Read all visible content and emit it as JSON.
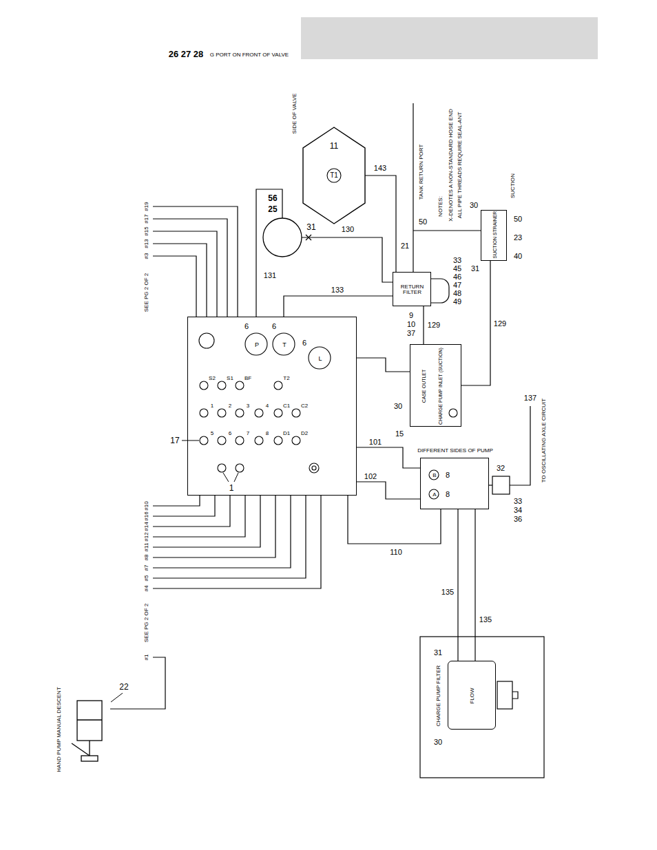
{
  "diagram": {
    "nodes": [
      {
        "text": [
          "S2",
          "S1",
          "BF",
          "T2",
          "1",
          "2",
          "3",
          "4",
          "C1",
          "C2",
          "5",
          "6",
          "7",
          "8",
          "D1",
          "D2",
          "P",
          "T",
          "L"
        ]
      },
      {
        "text": [
          "SIDE OF VALVE",
          "T1"
        ]
      },
      {
        "text": [
          "RETURN FILTER"
        ]
      },
      {
        "text": [
          "SUCTION STRAINER"
        ]
      },
      {
        "text": [
          "CASE OUTLET",
          "CHARGE PUMP INLET (SUCTION)"
        ]
      },
      {
        "text": [
          "DIFFERENT SIDES OF PUMP",
          "B",
          "A"
        ]
      },
      {
        "text": [
          "CHARGE PUMP FILTER",
          "FLOW"
        ]
      },
      {
        "text": [
          "HAND PUMP MANUAL DESCENT"
        ]
      }
    ],
    "edges": [
      {
        "from": 0,
        "to": 2,
        "label": "133",
        "arrow": "none"
      },
      {
        "from": 0,
        "to": 4,
        "arrow": "none"
      },
      {
        "from": 0,
        "to": 5,
        "label": "101",
        "arrow": "none"
      },
      {
        "from": 0,
        "to": 5,
        "label": "102",
        "arrow": "none"
      },
      {
        "from": 0,
        "to": 5,
        "label": "110",
        "arrow": "none"
      },
      {
        "from": 1,
        "to": 2,
        "label": "143",
        "arrow": "none"
      },
      {
        "from": 4,
        "to": 2,
        "label": "129",
        "arrow": "none"
      },
      {
        "from": 4,
        "to": 3,
        "label": "129",
        "arrow": "none"
      },
      {
        "from": 5,
        "to": 6,
        "label": "135",
        "arrow": "none"
      },
      {
        "from": 5,
        "to": 6,
        "label": "135",
        "arrow": "none"
      }
    ],
    "labels": [
      "26 27 28",
      "G PORT ON FRONT OF VALVE",
      "11",
      "56",
      "25",
      "31",
      "130",
      "131",
      "SEE PG 2 OF 2",
      "#3",
      "#13",
      "#15",
      "#17",
      "#19",
      "6",
      "6",
      "6",
      "17",
      "1",
      "SEE PG 2 OF 2",
      "#1",
      "#4",
      "#5",
      "#7",
      "#8",
      "#11",
      "#12",
      "#14",
      "#16",
      "#10",
      "22",
      "9",
      "10",
      "37",
      "33",
      "45",
      "46",
      "47",
      "48",
      "49",
      "21",
      "TANK RETURN PORT",
      "50",
      "NOTES:",
      "X-DENOTES A NON-STANDARD HOSE END",
      "ALL PIPE THREADS REQUIRE SEAL-ANT",
      "SUCTION",
      "30",
      "50",
      "23",
      "40",
      "31",
      "30",
      "15",
      "8",
      "8",
      "32",
      "33",
      "34",
      "36",
      "137",
      "TO OSCILLATING AXLE CIRCUIT",
      "31",
      "30"
    ]
  }
}
